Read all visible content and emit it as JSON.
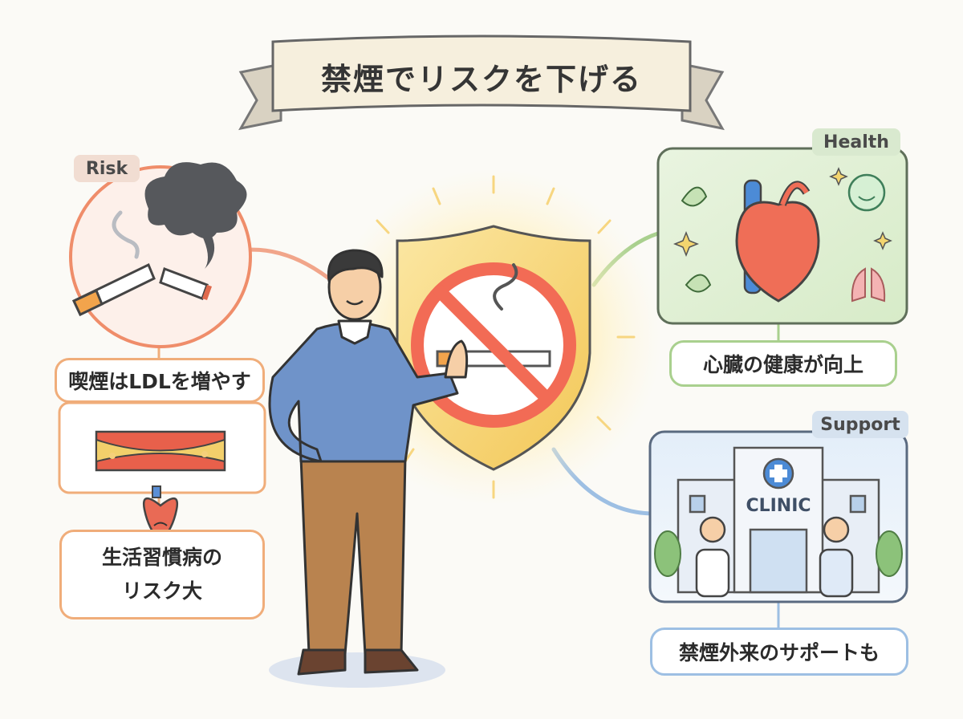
{
  "title": "禁煙でリスクを下げる",
  "tags": {
    "risk": "Risk",
    "health": "Health",
    "support": "Support"
  },
  "captions": {
    "smoking_ldl": "喫煙はLDLを増やす",
    "lifestyle_disease": "生活習慣病の\nリスク大",
    "heart_health": "心臓の健康が向上",
    "cessation_support": "禁煙外来のサポートも"
  },
  "clinic_sign": "CLINIC",
  "colors": {
    "risk_accent": "#f0ad7a",
    "health_accent": "#a9d08e",
    "support_accent": "#9dbfe3",
    "no_smoking_red": "#f26b55",
    "shield_gold": "#f7d36b"
  },
  "icons": [
    "broken-cigarette-icon",
    "smoke-cloud-icon",
    "artery-plaque-icon",
    "sad-heart-icon",
    "shield-icon",
    "no-smoking-icon",
    "healthy-heart-icon",
    "lungs-icon",
    "smile-bubble-icon",
    "leaf-icon",
    "sparkle-icon",
    "hospital-icon",
    "doctor-icon",
    "nurse-icon",
    "tree-icon",
    "person-icon"
  ]
}
